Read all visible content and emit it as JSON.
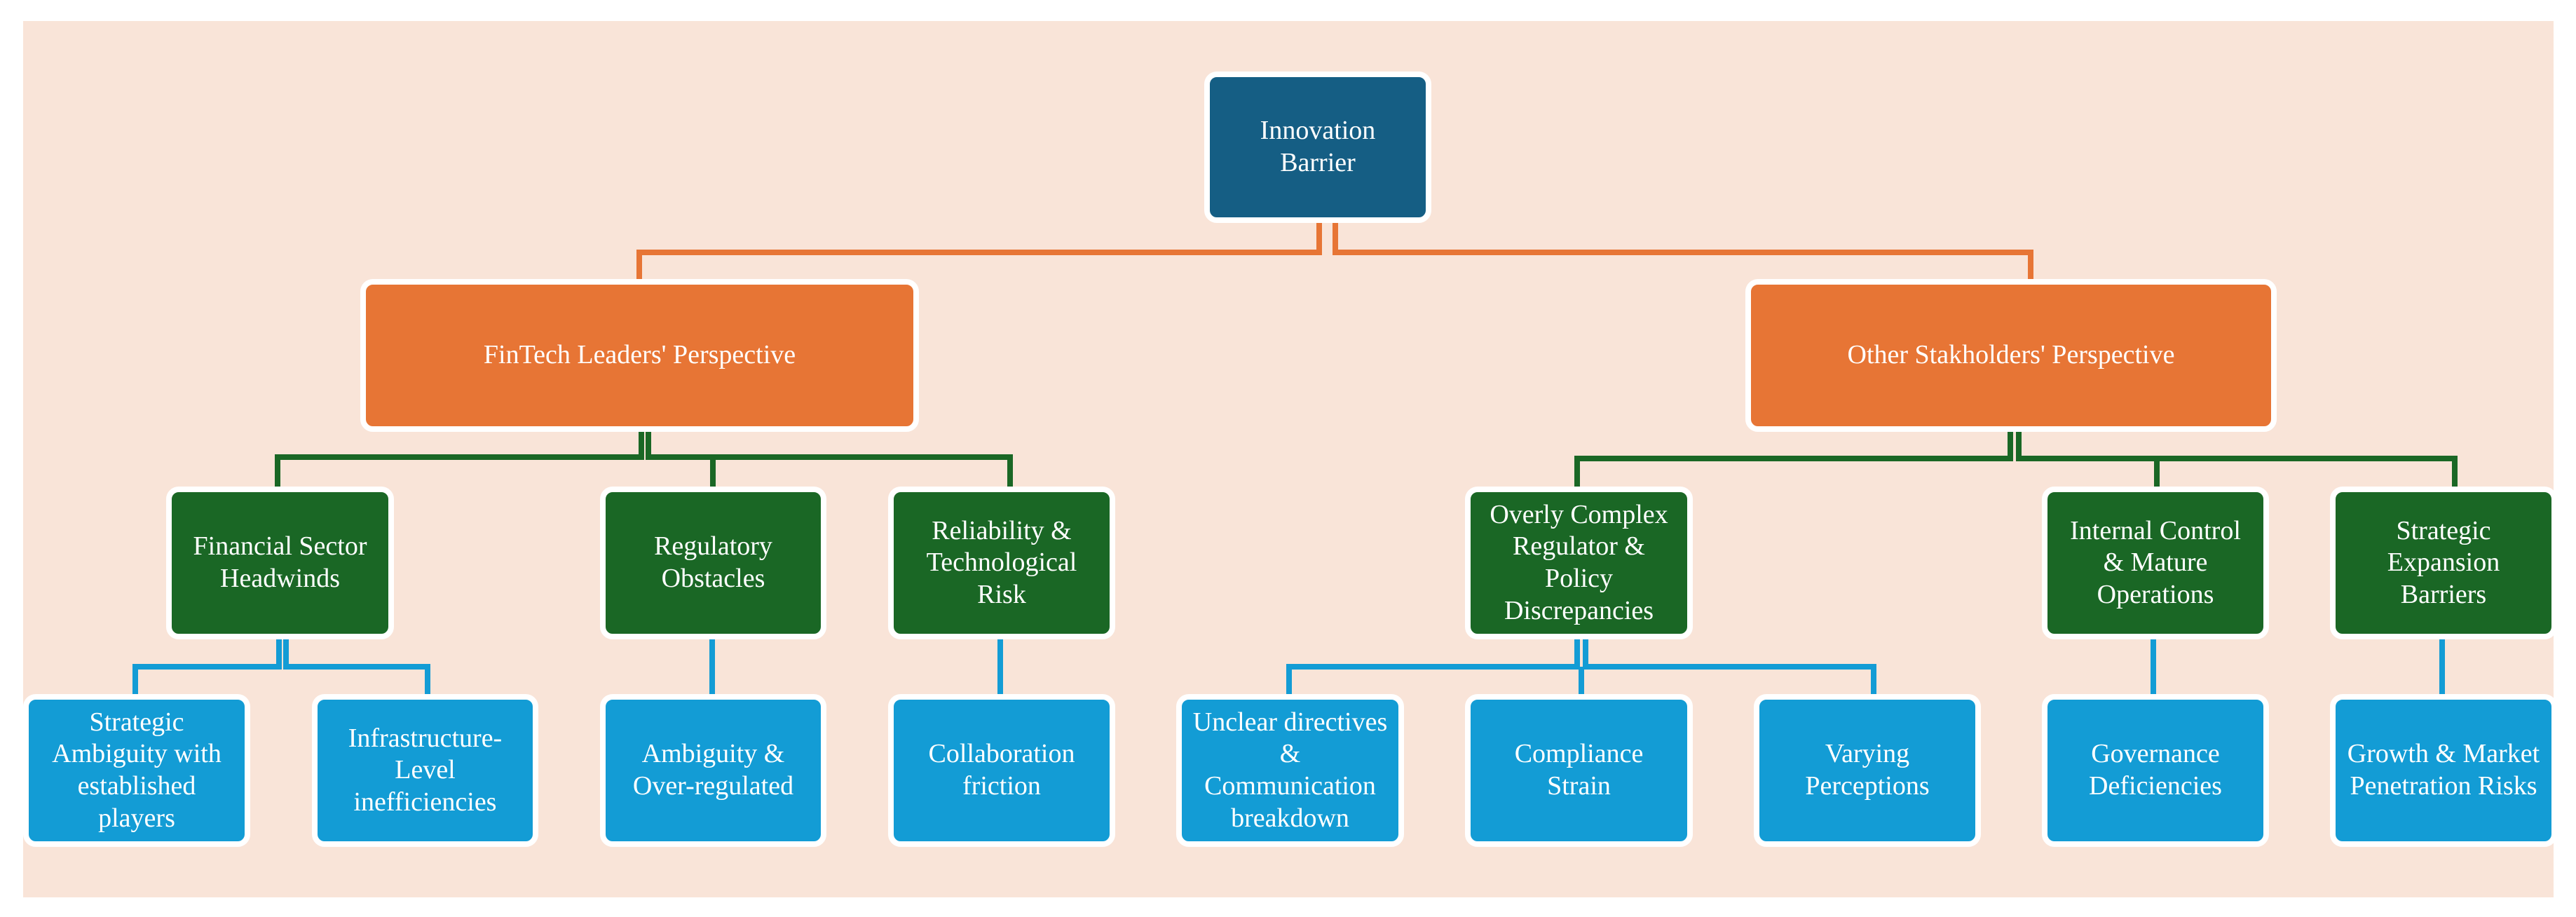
{
  "root": "Innovation Barrier",
  "perspectives": [
    {
      "label": "FinTech Leaders' Perspective",
      "categories": [
        {
          "label": "Financial Sector Headwinds",
          "barriers": [
            "Strategic Ambiguity with established players",
            "Infrastructure-Level inefficiencies"
          ]
        },
        {
          "label": "Regulatory Obstacles",
          "barriers": [
            "Ambiguity & Over-regulated"
          ]
        },
        {
          "label": "Reliability & Technological Risk",
          "barriers": [
            "Collaboration friction"
          ]
        }
      ]
    },
    {
      "label": "Other Stakholders' Perspective",
      "categories": [
        {
          "label": "Overly Complex Regulator & Policy Discrepancies",
          "barriers": [
            "Unclear directives & Communication breakdown",
            "Compliance Strain",
            "Varying Perceptions"
          ]
        },
        {
          "label": "Internal Control & Mature Operations",
          "barriers": [
            "Governance Deficiencies"
          ]
        },
        {
          "label": "Strategic Expansion Barriers",
          "barriers": [
            "Growth & Market Penetration Risks"
          ]
        }
      ]
    }
  ],
  "colors": {
    "root": "#155e84",
    "perspective": "#e77535",
    "category": "#1a6725",
    "barrier": "#139cd5",
    "background": "#f9e4d8"
  }
}
